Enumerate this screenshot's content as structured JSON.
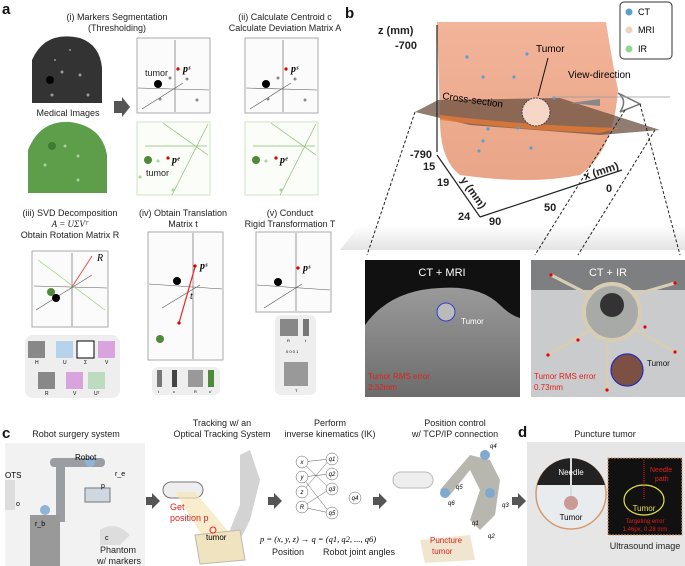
{
  "panel_a": {
    "label": "a",
    "step1": [
      "(i) Markers Segmentation",
      "(Thresholding)"
    ],
    "step2": [
      "(ii) Calculate Centroid c",
      "Calculate Deviation Matrix A"
    ],
    "step3": [
      "(iii) SVD Decomposition",
      "A = UΣVᵀ",
      "Obtain Rotation Matrix R"
    ],
    "step4": [
      "(iv) Obtain Translation",
      "Matrix t"
    ],
    "step5": [
      "(v) Conduct",
      "Rigid Transformation T"
    ],
    "medical_images": "Medical Images",
    "tumor": "tumor",
    "ps": "pˢ",
    "pe": "pᵉ",
    "R": "R",
    "t": "t",
    "matrix_labels_svd1": [
      "H",
      "U",
      "Σ",
      "V"
    ],
    "matrix_labels_svd2": [
      "R",
      "V",
      "Uᵀ"
    ],
    "matrix_labels_trans": [
      "t",
      "c",
      "R",
      "c'"
    ],
    "matrix_labels_rigid": [
      "R",
      "t",
      "T"
    ],
    "row_0001": "0 0 0 1"
  },
  "panel_b": {
    "label": "b",
    "legend": [
      {
        "label": "CT",
        "color": "#5aa0cf"
      },
      {
        "label": "MRI",
        "color": "#e8d6be"
      },
      {
        "label": "IR",
        "color": "#8fd98f"
      }
    ],
    "z_axis": "z (mm)",
    "y_axis": "y (mm)",
    "x_axis": "x (mm)",
    "z_ticks": [
      "-700",
      "-790"
    ],
    "y_ticks": [
      "15",
      "19",
      "24"
    ],
    "x_ticks": [
      "0",
      "50",
      "90"
    ],
    "tumor": "Tumor",
    "cross_section": "Cross-section",
    "view_direction": "View-direction",
    "ct_mri": {
      "title": "CT + MRI",
      "tumor": "Tumor",
      "error_label": "Tumor RMS error",
      "error_value": "2.32mm"
    },
    "ct_ir": {
      "title": "CT + IR",
      "tumor": "Tumor",
      "error_label": "Tumor RMS error",
      "error_value": "0.73mm"
    }
  },
  "panel_c": {
    "label": "c",
    "robot_system": "Robot surgery system",
    "robot": "Robot",
    "ots": "OTS",
    "frames": [
      "r_e",
      "p",
      "o",
      "r_b",
      "c"
    ],
    "phantom": [
      "Phantom",
      "w/ markers"
    ],
    "tracking": [
      "Tracking w/ an",
      "Optical Tracking System"
    ],
    "get_position": [
      "Get",
      "position p"
    ],
    "tumor": "tumor",
    "ik": [
      "Perform",
      "inverse kinematics (IK)"
    ],
    "ik_inputs": [
      "x",
      "y",
      "z",
      "R"
    ],
    "ik_outputs": [
      "q1",
      "q2",
      "q3",
      "q4",
      "q5"
    ],
    "equation": "p = (x, y, z) → q = (q1, q2, ..., q6)",
    "position": "Position",
    "joint_angles": "Robot joint angles",
    "control": [
      "Position control",
      "w/ TCP/IP connection"
    ],
    "puncture": [
      "Puncture",
      "tumor"
    ],
    "joints": [
      "q4",
      "q5",
      "q6",
      "q3",
      "q1",
      "q2"
    ]
  },
  "panel_d": {
    "label": "d",
    "title": "Puncture tumor",
    "needle": "Needle",
    "tumor": "Tumor",
    "needle_path": [
      "Needle",
      "path"
    ],
    "us_tumor": "Tumor",
    "targeting_error": [
      "Targeting error",
      "1.46px, 0.28 mm"
    ],
    "ultrasound": "Ultrasound image"
  }
}
